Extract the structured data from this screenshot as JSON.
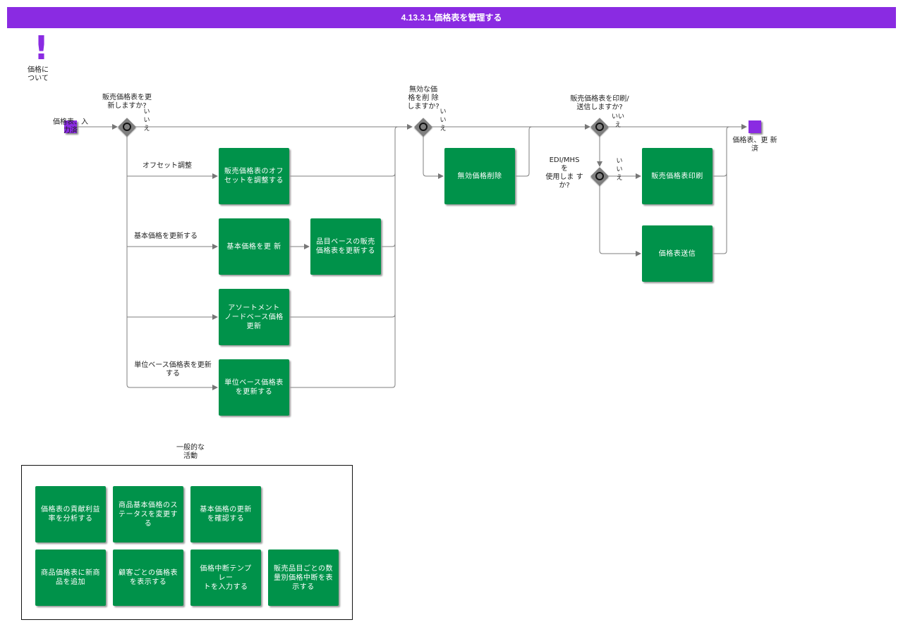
{
  "header": {
    "title": "4.13.3.1.価格表を管理する"
  },
  "note": {
    "label": "価格に\nついて"
  },
  "events": {
    "start_label": "価格表、入\n力済",
    "end_label": "価格表、更 新\n済"
  },
  "gateways": {
    "g1": {
      "question": "販売価格表を更\n新しますか?",
      "no_label": "い\nい\nえ"
    },
    "g2": {
      "question": "無効な価\n格を削 除\nしますか?",
      "no_label": "い\nい\nえ"
    },
    "g3": {
      "question": "販売価格表を印刷/\n送信しますか?",
      "no_label": "いい\nえ"
    },
    "g4": {
      "question": "EDI/MHS\nを\n使用しま す\nか?",
      "no_label": "い\nい\nえ"
    }
  },
  "flow_labels": {
    "offset": "オフセット調整",
    "base": "基本価格を更新する",
    "unit": "単位ベース価格表を更新\nする"
  },
  "tasks": {
    "offset_adjust": "販売価格表のオフ\nセットを調整する",
    "base_update": "基本価格を更 新",
    "item_based": "品目ベースの販売\n価格表を更新する",
    "assortment": "アソートメント\nノードベース価格\n更新",
    "unit_based": "単位ベース価格表\nを更新する",
    "invalid_delete": "無効価格削除",
    "print": "販売価格表印刷",
    "send": "価格表送信"
  },
  "general": {
    "title": "一般的な\n活動",
    "items": [
      "価格表の貢献利益\n率を分析する",
      "商品基本価格のス\nテータスを変更す\nる",
      "基本価格の更新\nを確認する",
      "商品価格表に新商\n品を追加",
      "顧客ごとの価格表\nを表示する",
      "価格中断テンプ\nレー\nトを入力する",
      "販売品目ごとの数\n量別価格中断を表\n示する"
    ]
  }
}
